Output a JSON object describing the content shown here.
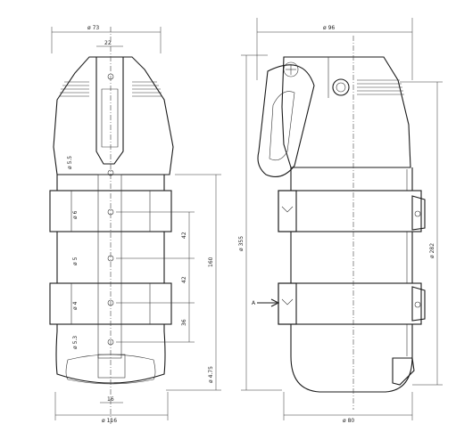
{
  "front_view": {
    "top_width": "ø 73",
    "bottom_width": "ø 116",
    "top_slot": "22",
    "bottom_slot": "16",
    "dims": [
      "ø 5.5",
      "ø 6",
      "ø 5",
      "ø 4",
      "ø 5.3"
    ],
    "vertical_dims": [
      "42",
      "42",
      "160",
      "36",
      "ø 4.75"
    ]
  },
  "side_view": {
    "top_dim": "ø 96",
    "bottom_dim": "ø 80",
    "left_height": "ø 355",
    "right_height": "ø 282",
    "arrow_label": "A"
  }
}
